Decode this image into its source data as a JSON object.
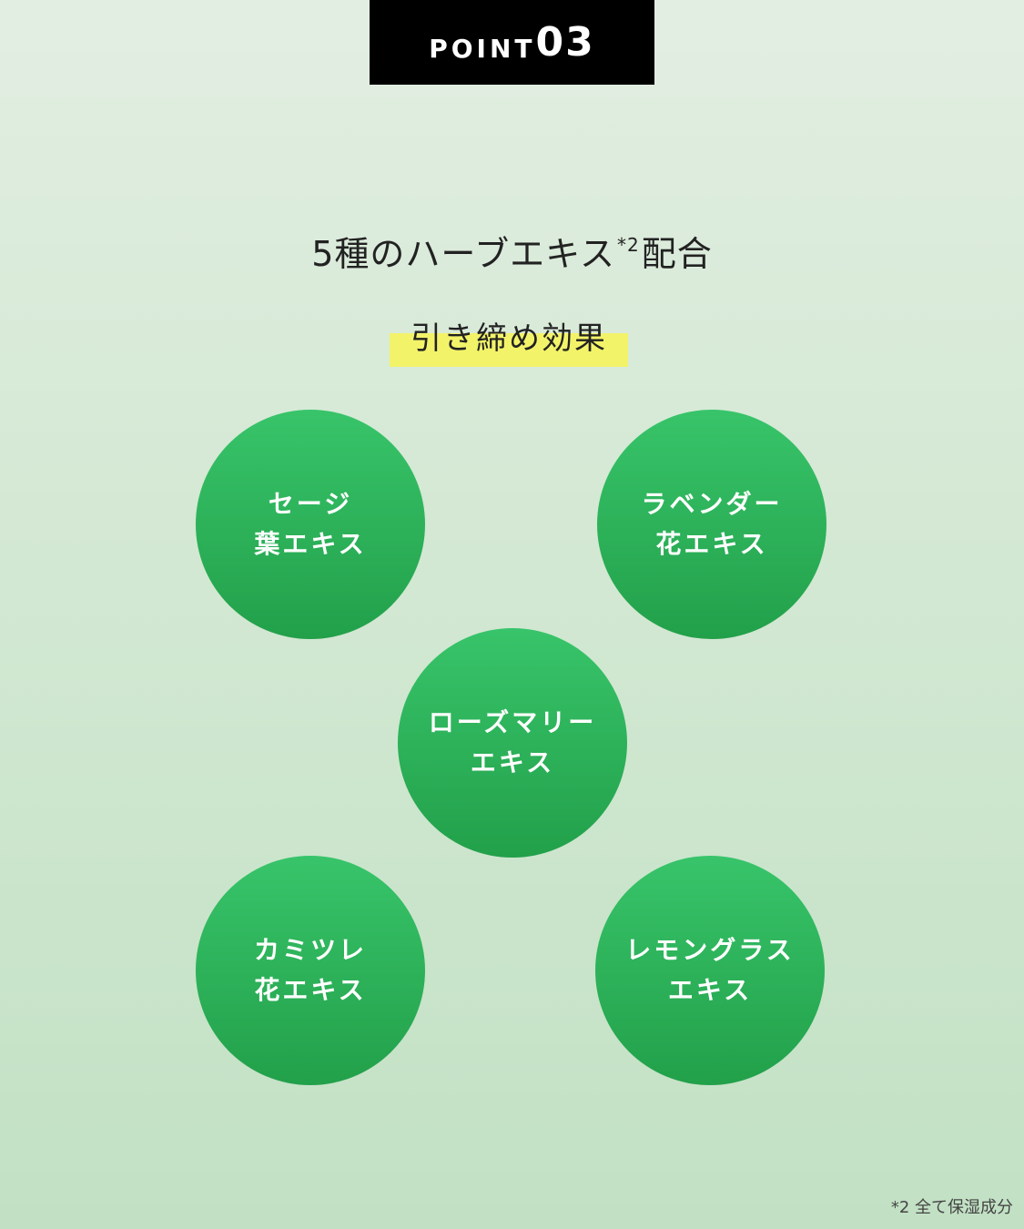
{
  "badge": {
    "word": "POINT",
    "number": "03"
  },
  "headline": {
    "main": "5種のハーブエキス",
    "sup": "*2",
    "tail": "配合"
  },
  "subheading": "引き締め効果",
  "herbs": [
    {
      "line1": "セージ",
      "line2": "葉エキス"
    },
    {
      "line1": "ラベンダー",
      "line2": "花エキス"
    },
    {
      "line1": "ローズマリー",
      "line2": "エキス"
    },
    {
      "line1": "カミツレ",
      "line2": "花エキス"
    },
    {
      "line1": "レモングラス",
      "line2": "エキス"
    }
  ],
  "footnote": "*2 全て保湿成分",
  "colors": {
    "circle_top": "#38c46a",
    "circle_bottom": "#22a04a",
    "highlight": "#f3f36a",
    "badge": "#000000"
  }
}
